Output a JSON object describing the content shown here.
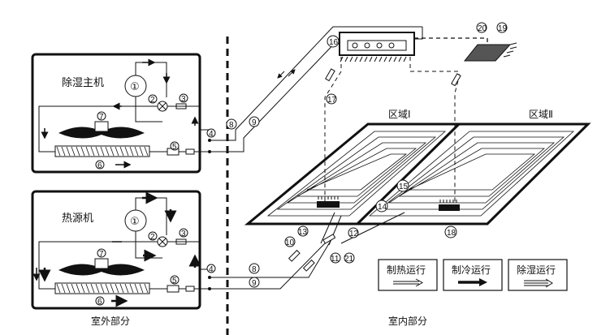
{
  "outdoor": {
    "dehumidifier_title": "除湿主机",
    "heat_source_title": "热源机",
    "section_label": "室外部分"
  },
  "indoor": {
    "section_label": "室内部分",
    "zone1": "区域Ⅰ",
    "zone2": "区域Ⅱ"
  },
  "legend": {
    "heating": "制热运行",
    "cooling": "制冷运行",
    "dehumidify": "除湿运行"
  },
  "markers": {
    "c1": "①",
    "n2": "2",
    "n3": "3",
    "n4": "4",
    "n5": "5",
    "n6": "6",
    "n7": "7",
    "n8": "8",
    "n9": "9",
    "n10": "10",
    "n11": "11",
    "n12": "12",
    "n13": "13",
    "n14": "14",
    "n15": "15",
    "n16": "16",
    "n17": "17",
    "n18": "18",
    "n19": "19",
    "n20": "20",
    "n21": "21"
  },
  "colors": {
    "line": "#111111",
    "background": "#ffffff"
  }
}
